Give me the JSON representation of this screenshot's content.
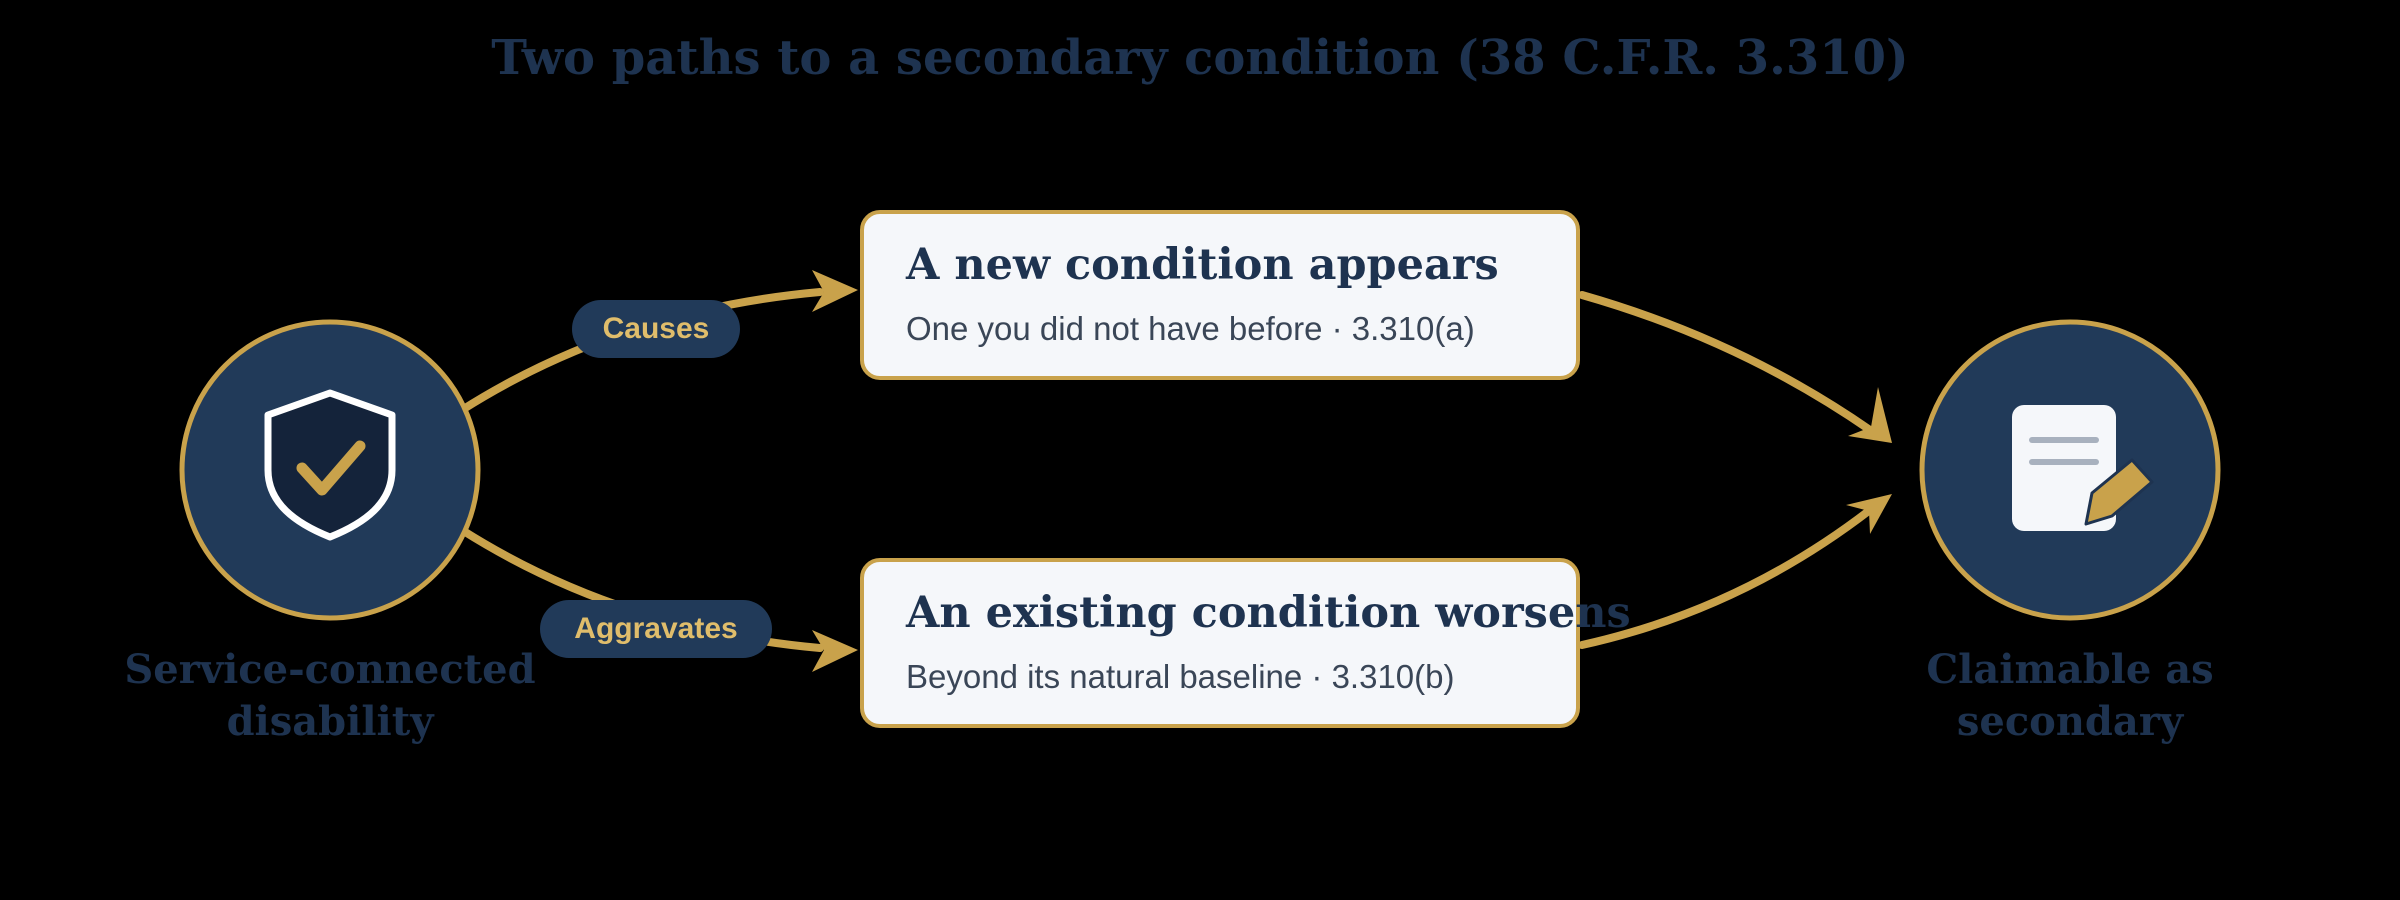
{
  "title": "Two paths to a secondary condition (38 C.F.R. 3.310)",
  "nodes": {
    "source": {
      "label": "Service-connected disability",
      "icon": "shield-check-icon"
    },
    "target": {
      "label": "Claimable as secondary",
      "icon": "document-pencil-icon"
    }
  },
  "paths": [
    {
      "edge_label": "Causes",
      "heading": "A new condition appears",
      "detail": "One you did not have before · 3.310(a)"
    },
    {
      "edge_label": "Aggravates",
      "heading": "An existing condition worsens",
      "detail": "Beyond its natural baseline · 3.310(b)"
    }
  ],
  "colors": {
    "background": "#000000",
    "navy": "#213a59",
    "gold": "#c9a24b",
    "box_fill": "#f5f7fa"
  }
}
